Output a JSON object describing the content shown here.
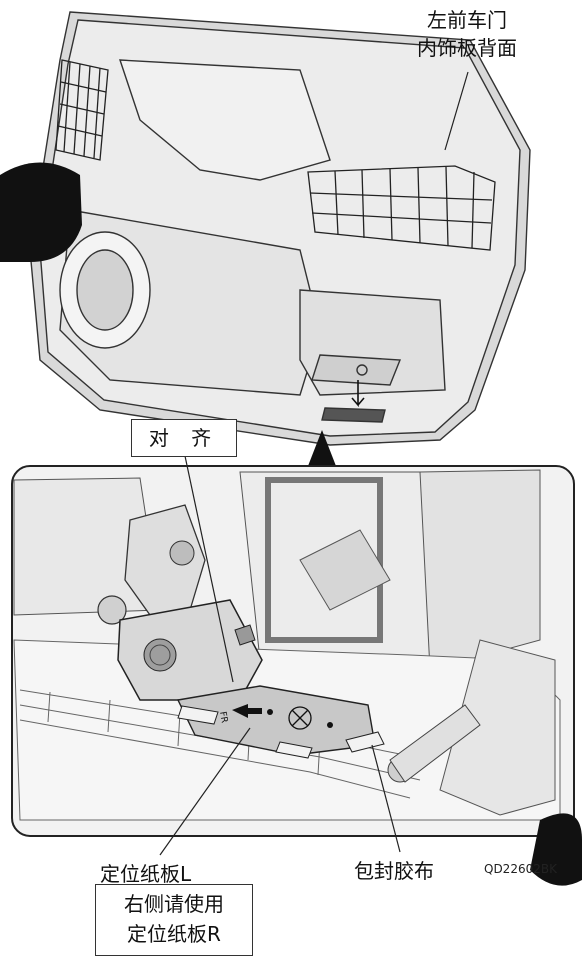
{
  "labels": {
    "door_panel_back_line1": "左前车门",
    "door_panel_back_line2": "内饰板背面",
    "align": "对 齐",
    "locating_paper_l": "定位纸板L",
    "sealing_tape": "包封胶布",
    "figure_code": "QD22602BK",
    "note_line1": "右侧请使用",
    "note_line2": "定位纸板R"
  },
  "paper_marks": {
    "fr": "FR"
  }
}
